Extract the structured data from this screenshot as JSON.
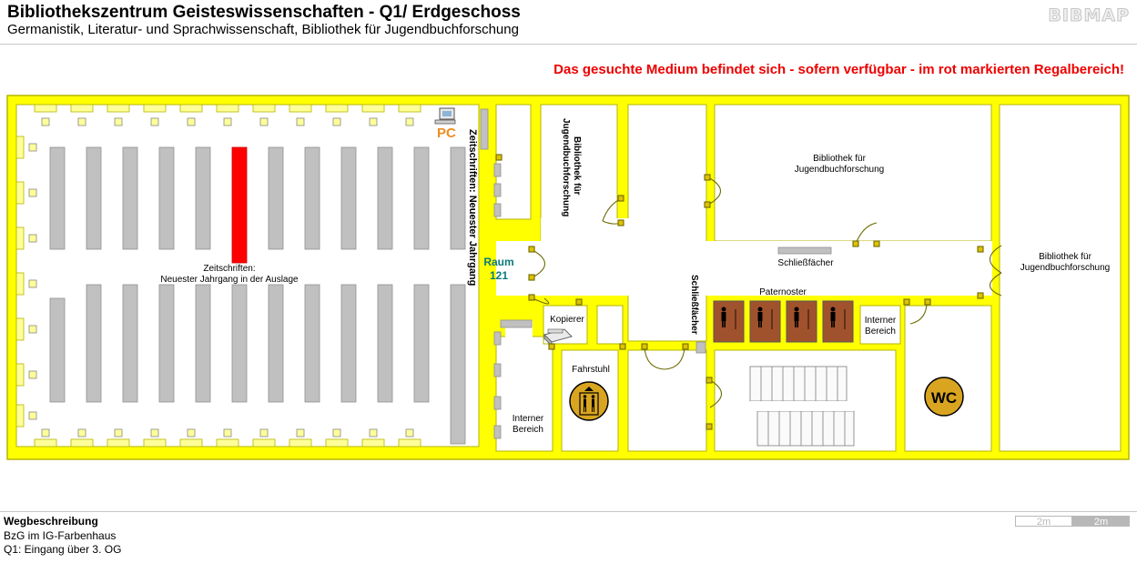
{
  "header": {
    "title": "Bibliothekszentrum Geisteswissenschaften - Q1/ Erdgeschoss",
    "subtitle": "Germanistik, Literatur- und Sprachwissenschaft, Bibliothek für Jugendbuchforschung",
    "logo": "BIBMAP"
  },
  "notice": "Das gesuchte Medium befindet sich - sofern verfügbar -  im rot markierten Regalbereich!",
  "map": {
    "labels": {
      "pc": "PC",
      "zeitschriften_neuester_jahrgang": "Zeitschriften: Neuester Jahrgang",
      "auslage_line1": "Zeitschriften:",
      "auslage_line2": "Neuester Jahrgang in der Auslage",
      "raum_line1": "Raum",
      "raum_line2": "121",
      "jugend_vert_line1": "Bibliothek für",
      "jugend_vert_line2": "Jugendbuchforschung",
      "jugend_top_line1": "Bibliothek für",
      "jugend_top_line2": "Jugendbuchforschung",
      "jugend_right_line1": "Bibliothek für",
      "jugend_right_line2": "Jugendbuchforschung",
      "schliessfaecher_h": "Schließfächer",
      "schliessfaecher_v": "Schließfächer",
      "paternoster": "Paternoster",
      "kopierer": "Kopierer",
      "fahrstuhl": "Fahrstuhl",
      "intern_left_line1": "Interner",
      "intern_left_line2": "Bereich",
      "intern_right_line1": "Interner",
      "intern_right_line2": "Bereich",
      "wc": "WC"
    },
    "highlighted_shelf": "Regal 6 (rot markiert)",
    "colors": {
      "wall": "#ffff00",
      "wall_outline": "#b5b500",
      "shelf": "#c0c0c0",
      "shelf_highlight": "#ff0000",
      "paternoster": "#a0522d",
      "elevator": "#d9a520"
    }
  },
  "footer": {
    "title": "Wegbeschreibung",
    "line1": "BzG im IG-Farbenhaus",
    "line2": "Q1: Eingang über 3. OG",
    "scale_left": "2m",
    "scale_right": "2m"
  }
}
